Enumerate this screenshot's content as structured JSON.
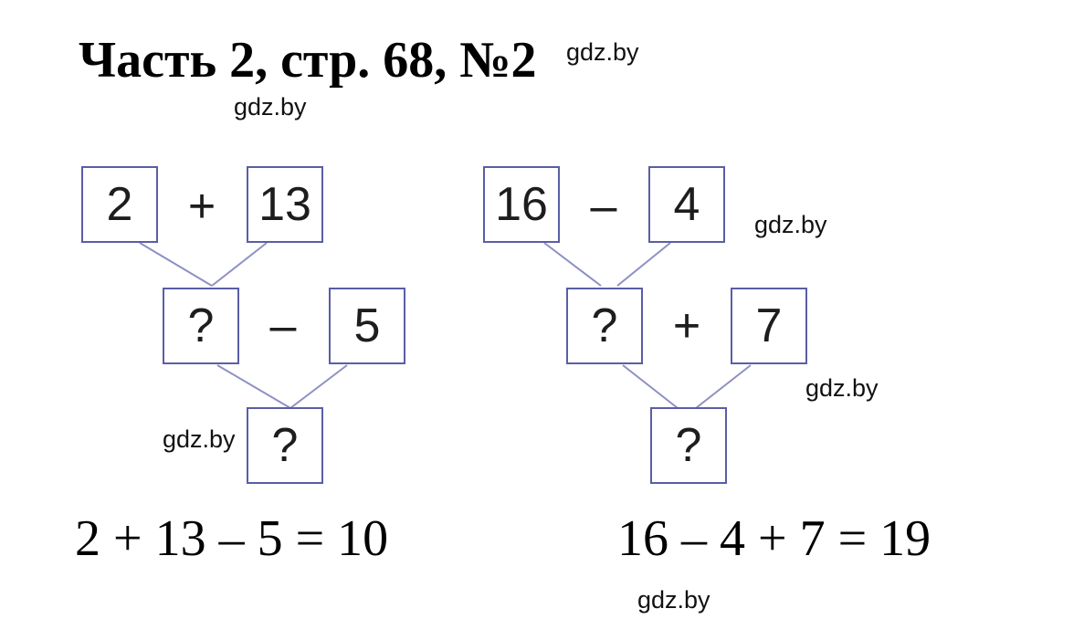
{
  "title": "Часть 2, стр. 68, №2",
  "watermark": "gdz.by",
  "colors": {
    "box_border": "#5a5ea6",
    "connector": "#8d90c4",
    "text": "#000000"
  },
  "left_tree": {
    "top_left": "2",
    "top_op": "+",
    "top_right": "13",
    "mid_left": "?",
    "mid_op": "–",
    "mid_right": "5",
    "result": "?"
  },
  "right_tree": {
    "top_left": "16",
    "top_op": "–",
    "top_right": "4",
    "mid_left": "?",
    "mid_op": "+",
    "mid_right": "7",
    "result": "?"
  },
  "left_equation": "2 + 13 – 5 = 10",
  "right_equation": "16 – 4 + 7 = 19"
}
